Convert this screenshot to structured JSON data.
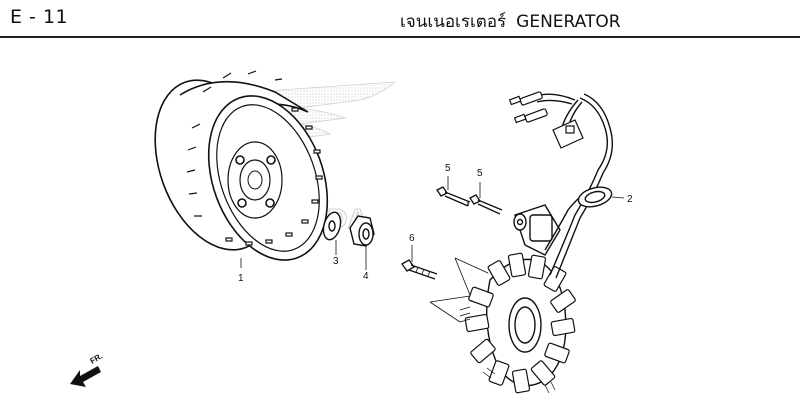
{
  "header": {
    "page_code": "E - 11",
    "title_thai": "เจนเนอเรเตอร์",
    "title_en": "GENERATOR"
  },
  "callouts": [
    "1",
    "2",
    "3",
    "4",
    "5",
    "5",
    "6"
  ],
  "direction_label": "FR.",
  "watermark": "HONDA",
  "colors": {
    "ink": "#111111",
    "watermark": "#d8d8d8"
  }
}
